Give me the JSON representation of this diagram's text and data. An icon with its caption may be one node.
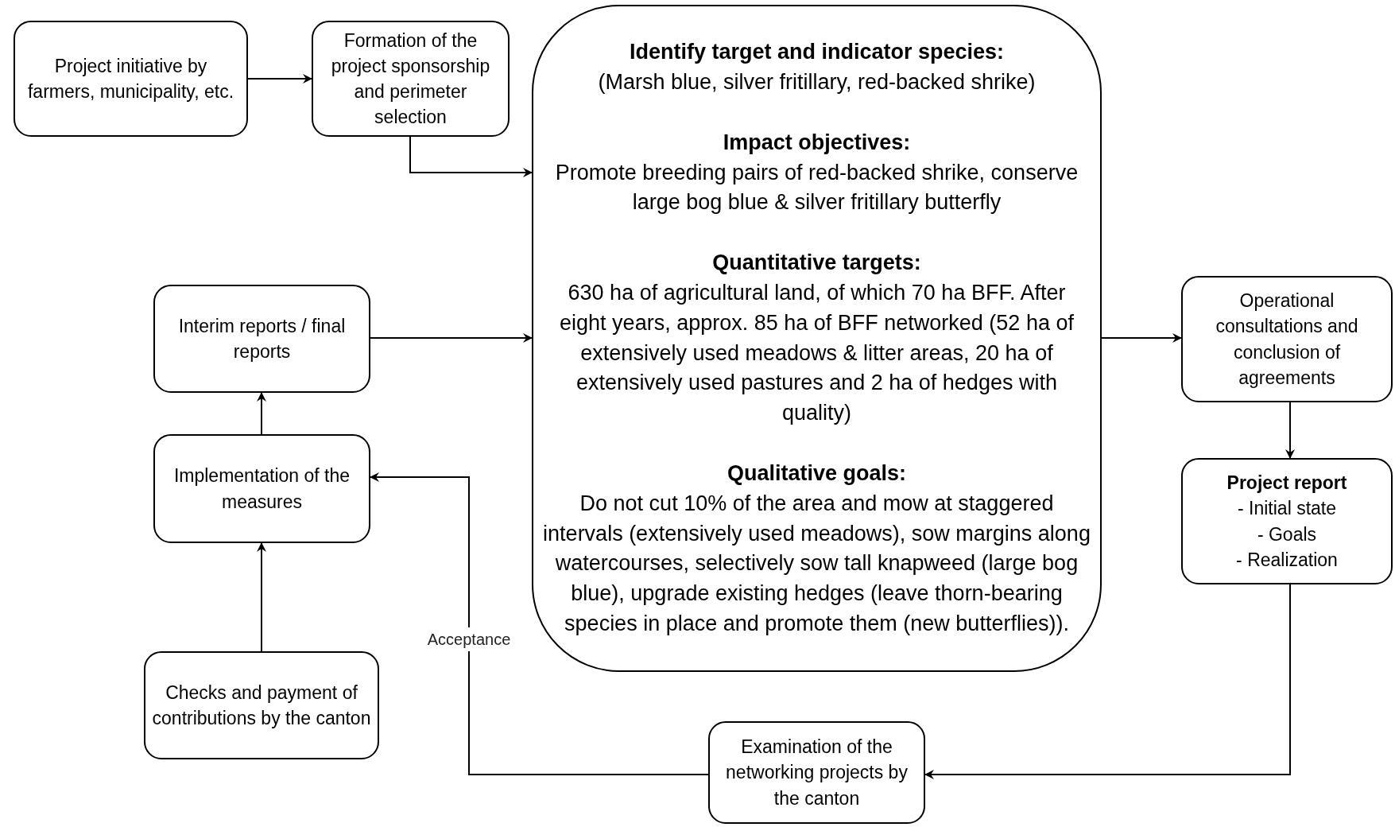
{
  "diagram": {
    "nodes": [
      {
        "text": [
          "Project initiative by farmers, municipality, etc."
        ]
      },
      {
        "text": [
          "Formation of the project sponsorship and perimeter selection"
        ]
      },
      {
        "text": [
          "Identify target and indicator species:",
          "(Marsh blue, silver fritillary, red-backed shrike)",
          "Impact objectives:",
          "Promote breeding pairs of red-backed shrike, conserve large bog blue & silver fritillary butterfly",
          "Quantitative targets:",
          "630 ha of agricultural land, of which 70 ha BFF. After eight years, approx. 85 ha of BFF networked (52 ha of extensively used meadows & litter areas, 20 ha of extensively used pastures and 2 ha of hedges with quality)",
          "Qualitative goals:",
          "Do not cut 10% of the area and mow at staggered intervals (extensively used meadows), sow margins along watercourses, selectively sow tall knapweed (large bog blue), upgrade existing hedges (leave thorn-bearing species in place and promote them (new butterflies))."
        ]
      },
      {
        "text": [
          "Interim reports / final reports"
        ]
      },
      {
        "text": [
          "Implementation of the measures"
        ]
      },
      {
        "text": [
          "Checks and payment of contributions by the canton"
        ]
      },
      {
        "text": [
          "Operational consultations and conclusion of agreements"
        ]
      },
      {
        "text": [
          "Project report",
          "- Initial state",
          "- Goals",
          "- Realization"
        ]
      },
      {
        "text": [
          "Examination of the networking projects by the canton"
        ]
      }
    ],
    "edges": [
      {
        "from": 0,
        "to": 1,
        "arrow": "to"
      },
      {
        "from": 1,
        "to": 2,
        "arrow": "to"
      },
      {
        "from": 3,
        "to": 2,
        "arrow": "to"
      },
      {
        "from": 2,
        "to": 6,
        "arrow": "to"
      },
      {
        "from": 6,
        "to": 7,
        "arrow": "to"
      },
      {
        "from": 7,
        "to": 8,
        "arrow": "to"
      },
      {
        "from": 8,
        "to": 4,
        "arrow": "to",
        "label": "Acceptance"
      },
      {
        "from": 4,
        "to": 3,
        "arrow": "to"
      },
      {
        "from": 5,
        "to": 4,
        "arrow": "to"
      }
    ]
  }
}
